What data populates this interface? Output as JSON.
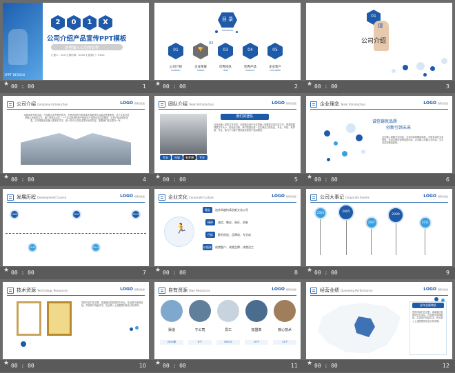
{
  "slides": [
    {
      "num": "1",
      "time": "00 : 00",
      "title": "公司介绍产品宣传PPT模板",
      "year_chars": [
        "2",
        "0",
        "1",
        "X"
      ],
      "subtitle": "这里输入公司的名称",
      "meta": "汇报人：XXX    汇报时间：XXXX    汇报部门：XXXX",
      "brand": "1PPT DESIGN"
    },
    {
      "num": "2",
      "time": "00 : 00",
      "title": "目 录",
      "title_en": "CONTENTS",
      "items": [
        {
          "no": "01",
          "label": "公司介绍",
          "en": "COMPANY"
        },
        {
          "no": "02",
          "label": "企业荣誉",
          "en": "HONOR"
        },
        {
          "no": "03",
          "label": "优秀团队",
          "en": "TEAM"
        },
        {
          "no": "04",
          "label": "优秀产品",
          "en": "PRODUCT"
        },
        {
          "no": "05",
          "label": "企业客户",
          "en": "CUSTOMER"
        }
      ]
    },
    {
      "num": "3",
      "time": "00 : 00",
      "no": "01",
      "title": "公司介绍"
    },
    {
      "num": "4",
      "time": "00 : 00",
      "title": "公司介绍",
      "title_en": "Company Introduction",
      "logo": "LOGO",
      "logo_sub": "别家记住您",
      "para": "本部采用专用文章，介绍其企业所有的情况，不是内容的分析具体不用更多在后面这里里面放，这个文本在这里输入所需的文字，输入完成后点击。一个实实看到的资产和相关介绍的信息内容概述。公司介绍说明在这里，文本框能设定输入更多的文字，是一些可以在的这里写出的内容，需要我们在这里写一写。"
    },
    {
      "num": "5",
      "time": "00 : 00",
      "title": "团队介绍",
      "title_en": "Team Introduction",
      "logo": "LOGO",
      "logo_sub": "别家记住您",
      "heading": "我们的团队",
      "tags": [
        "专业",
        "年轻",
        "有梦想",
        "专注"
      ],
      "para": "请在此输入您的文字内容，本模板请用户在这里输入想要表达的内容文字。根据需要调整文字大小、颜色及行距。我们的团队是一支充满活力的队伍，专业、年轻、有梦想、专注，致力于为客户提供最优质的产品和服务。"
    },
    {
      "num": "6",
      "time": "00 : 00",
      "title": "企业理念",
      "title_en": "Team Introduction",
      "logo": "LOGO",
      "logo_sub": "别家记住您",
      "line1": "诚信铸就品质",
      "line2": "创新引领未来",
      "para": "点击输入简要文字内容，文字内容需概括精炼，不用多余的文字修饰，言简意赅的说明该项内容。点击输入简要文字内容，文字内容需概括精炼。"
    },
    {
      "num": "7",
      "time": "00 : 00",
      "title": "发展历程",
      "title_en": "Development Course",
      "logo": "LOGO",
      "logo_sub": "别家记住您",
      "years": [
        "2008",
        "2010",
        "2012",
        "2014",
        "2016"
      ]
    },
    {
      "num": "8",
      "time": "00 : 00",
      "title": "企业文化",
      "title_en": "Corporate Culture",
      "logo": "LOGO",
      "logo_sub": "别家记住您",
      "items": [
        {
          "tag": "理念",
          "text": "追求卓越持续创新文化公司"
        },
        {
          "tag": "精神",
          "text": "诚信、敬业、责任、创新"
        },
        {
          "tag": "目标",
          "text": "勤劳创造、品牌成、专业成"
        },
        {
          "tag": "价值观",
          "text": "成就客户、成就品牌、成就员工"
        }
      ]
    },
    {
      "num": "9",
      "time": "00 : 00",
      "title": "公司大事记",
      "title_en": "Corporate Events",
      "logo": "LOGO",
      "logo_sub": "别家记住您",
      "years": [
        "2003",
        "2005",
        "2007",
        "2009",
        "2011"
      ]
    },
    {
      "num": "10",
      "time": "00 : 00",
      "title": "技术资源",
      "title_en": "Technology Resources",
      "logo": "LOGO",
      "logo_sub": "别家记住您",
      "para": "您的内容打在这里，或者通过复制您的文本后，在此框中选择粘贴，并选择只保留文字。在此录入上述图表的综合分析说明。"
    },
    {
      "num": "11",
      "time": "00 : 00",
      "title": "自有资源",
      "title_en": "Own Resources",
      "logo": "LOGO",
      "logo_sub": "别家记住您",
      "items": [
        {
          "label": "渠道",
          "value": "2000家"
        },
        {
          "label": "子公司",
          "value": "8个"
        },
        {
          "label": "员工",
          "value": "3000人"
        },
        {
          "label": "加盟商",
          "value": "20个"
        },
        {
          "label": "核心技术",
          "value": "12个"
        }
      ]
    },
    {
      "num": "12",
      "time": "00 : 00",
      "title": "经营业绩",
      "title_en": "Operating Performance",
      "logo": "LOGO",
      "logo_sub": "别家记住您",
      "heading": "全年业绩增长",
      "para": "您的内容打在这里，或者通过复制您的文本后，在此框中选择粘贴，并选择只保留文字。在此录入上述图表的综合分析说明。"
    }
  ],
  "colors": {
    "accent": "#1e5aa8",
    "light": "#39a0e0",
    "chrome": "#5a5a5a"
  }
}
